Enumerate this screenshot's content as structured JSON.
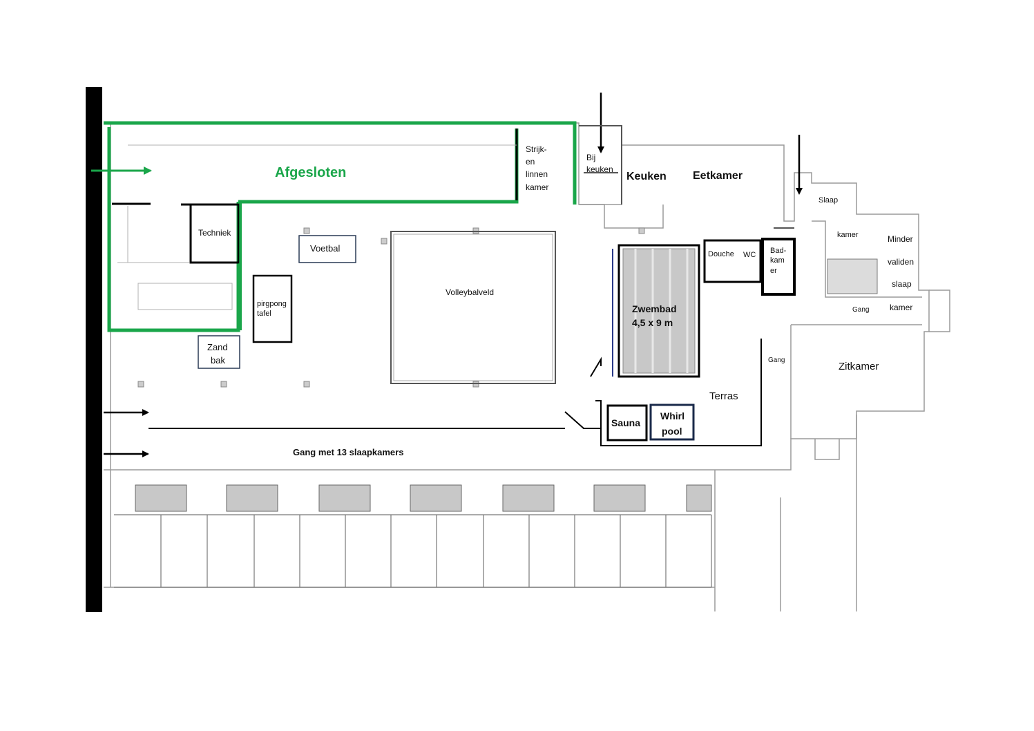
{
  "rooms": {
    "afgesloten": "Afgesloten",
    "strijk_1": "Strijk-",
    "strijk_2": "en",
    "strijk_3": "linnen",
    "strijk_4": "kamer",
    "bij_1": "Bij",
    "bij_2": "keuken",
    "keuken": "Keuken",
    "eetkamer": "Eetkamer",
    "slaap": "Slaap",
    "kamer": "kamer",
    "minder_1": "Minder",
    "minder_2": "validen",
    "minder_3": "slaap",
    "minder_4": "kamer",
    "techniek": "Techniek",
    "voetbal": "Voetbal",
    "volleybalveld": "Volleybalveld",
    "pingpong_1": "pirgpong",
    "pingpong_2": "tafel",
    "zand_1": "Zand",
    "zand_2": "bak",
    "douche": "Douche",
    "wc": "WC",
    "badkamer_1": "Bad-",
    "badkamer_2": "kam",
    "badkamer_3": "er",
    "zwembad_1": "Zwembad",
    "zwembad_2": "4,5 x 9 m",
    "gang_small": "Gang",
    "gang_right": "Gang",
    "zitkamer": "Zitkamer",
    "terras": "Terras",
    "sauna": "Sauna",
    "whirl_1": "Whirl",
    "whirl_2": "pool",
    "gang_13": "Gang met 13 slaapkamers"
  },
  "colors": {
    "closed_area": "#1aa64a",
    "walls": "#000000",
    "grey_lines": "#9a9a9a",
    "pool_fill": "#c8c8c8",
    "label_box_border": "#2a3a55"
  },
  "icons": [
    "entrance-arrow-icon"
  ]
}
